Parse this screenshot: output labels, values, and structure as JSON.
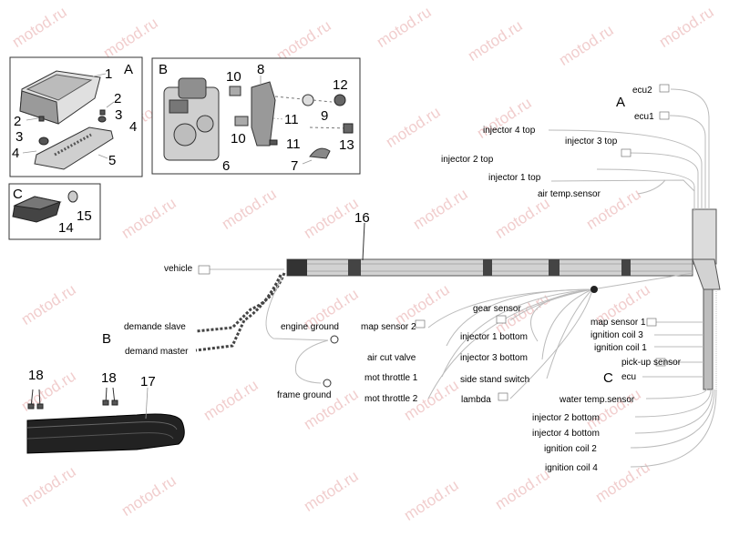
{
  "watermark": "motod.ru",
  "colors": {
    "watermark": "#e6a6a6",
    "harness": "#cfcfcf",
    "tape": "#444444",
    "boot": "#222222"
  },
  "panels": {
    "A": {
      "letter": "A",
      "numbers": [
        "1",
        "2",
        "2",
        "3",
        "3",
        "4",
        "4",
        "5"
      ]
    },
    "B": {
      "letter": "B",
      "numbers": [
        "10",
        "8",
        "12",
        "9",
        "11",
        "10",
        "11",
        "13",
        "6",
        "7"
      ]
    },
    "C": {
      "letter": "C",
      "numbers": [
        "14",
        "15"
      ]
    }
  },
  "callouts": {
    "harness": "16",
    "boot": "17",
    "screw_left": "18",
    "screw_right": "18"
  },
  "branch_letters": {
    "top_right": "A",
    "left": "B",
    "right": "C"
  },
  "connectors": {
    "ecu2": "ecu2",
    "ecu1": "ecu1",
    "injector_4_top": "injector 4 top",
    "injector_3_top": "injector 3 top",
    "injector_2_top": "injector 2 top",
    "injector_1_top": "injector 1 top",
    "air_temp_sensor": "air temp.sensor",
    "vehicle": "vehicle",
    "demande_slave": "demande slave",
    "demand_master": "demand master",
    "engine_ground": "engine ground",
    "frame_ground": "frame ground",
    "map_sensor_2": "map sensor 2",
    "air_cut_valve": "air cut valve",
    "mot_throttle_1": "mot throttle 1",
    "mot_throttle_2": "mot throttle 2",
    "gear_sensor": "gear sensor",
    "injector_1_bottom": "injector 1 bottom",
    "injector_3_bottom": "injector 3 bottom",
    "side_stand_switch": "side stand switch",
    "lambda": "lambda",
    "map_sensor_1": "map sensor 1",
    "ignition_coil_3": "ignition coil 3",
    "ignition_coil_1": "ignition coil 1",
    "pick_up_sensor": "pick-up sensor",
    "ecu": "ecu",
    "water_temp_sensor": "water temp.sensor",
    "injector_2_bottom": "injector 2 bottom",
    "injector_4_bottom": "injector 4 bottom",
    "ignition_coil_2": "ignition coil 2",
    "ignition_coil_4": "ignition coil 4"
  }
}
